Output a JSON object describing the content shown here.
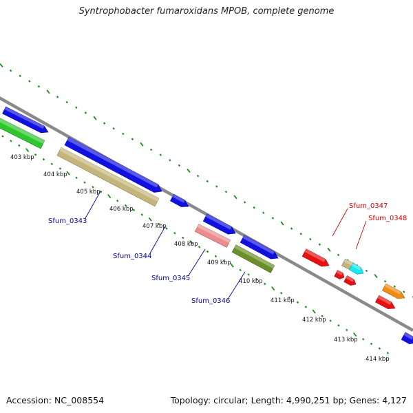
{
  "title": "Syntrophobacter fumaroxidans MPOB, complete genome",
  "footer": {
    "accession": "Accession: NC_008554",
    "summary": "Topology: circular; Length: 4,990,251 bp; Genes: 4,127"
  },
  "colors": {
    "backbone": "#8a8a8a",
    "tick": "#1f8a1f",
    "forward_label": "#00009c",
    "reverse_label": "#cc0000"
  },
  "kbp_labels": [
    "403 kbp",
    "404 kbp",
    "405 kbp",
    "406 kbp",
    "407 kbp",
    "408 kbp",
    "409 kbp",
    "410 kbp",
    "411 kbp",
    "412 kbp",
    "413 kbp",
    "414 kbp"
  ],
  "gene_labels": [
    {
      "text": "Sfum_0343",
      "strand": "forward"
    },
    {
      "text": "Sfum_0344",
      "strand": "forward"
    },
    {
      "text": "Sfum_0345",
      "strand": "forward"
    },
    {
      "text": "Sfum_0346",
      "strand": "forward"
    },
    {
      "text": "Sfum_0347",
      "strand": "reverse"
    },
    {
      "text": "Sfum_0348",
      "strand": "reverse"
    }
  ],
  "features": [
    {
      "name": "blue-gene-a",
      "color": "#1010e0"
    },
    {
      "name": "green-gene",
      "color": "#2ec82e"
    },
    {
      "name": "blue-gene-0343",
      "color": "#1010e0"
    },
    {
      "name": "khaki-gene",
      "color": "#c4b67a"
    },
    {
      "name": "blue-gene-small",
      "color": "#1010e0"
    },
    {
      "name": "blue-gene-0344",
      "color": "#1010e0"
    },
    {
      "name": "pink-gene",
      "color": "#ec8c8c"
    },
    {
      "name": "blue-gene-0345",
      "color": "#1010e0"
    },
    {
      "name": "olive-gene",
      "color": "#6a8e28"
    },
    {
      "name": "red-gene-a",
      "color": "#e81010"
    },
    {
      "name": "tan-gene",
      "color": "#c4b67a"
    },
    {
      "name": "cyan-gene",
      "color": "#18e8f0"
    },
    {
      "name": "red-gene-b",
      "color": "#e81010"
    },
    {
      "name": "red-gene-c",
      "color": "#e81010"
    },
    {
      "name": "orange-gene",
      "color": "#f08c10"
    },
    {
      "name": "red-gene-d",
      "color": "#e81010"
    },
    {
      "name": "blue-gene-edge",
      "color": "#1010e0"
    }
  ]
}
